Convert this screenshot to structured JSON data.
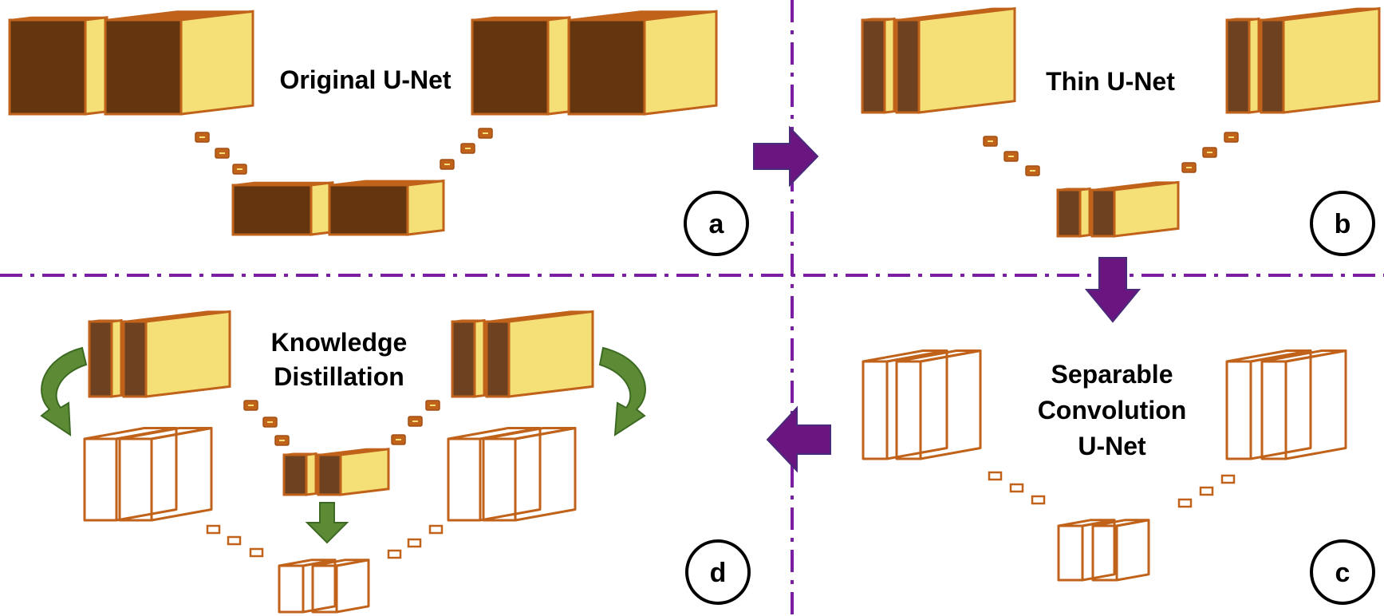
{
  "panels": [
    {
      "id": "a",
      "title_lines": [
        "Original U-Net"
      ],
      "label": "a"
    },
    {
      "id": "b",
      "title_lines": [
        "Thin U-Net"
      ],
      "label": "b"
    },
    {
      "id": "c",
      "title_lines": [
        "Separable",
        "Convolution",
        "U-Net"
      ],
      "label": "c"
    },
    {
      "id": "d",
      "title_lines": [
        "Knowledge",
        "Distillation"
      ],
      "label": "d"
    }
  ],
  "colors": {
    "dark_block": "#653510",
    "thin_dark": "#6e4220",
    "yellow_face": "#f5e078",
    "outline": "#c0621a",
    "divider": "#7a1fa2",
    "flow_arrow": "#6a1580",
    "kd_arrow": "#5c8a35"
  }
}
